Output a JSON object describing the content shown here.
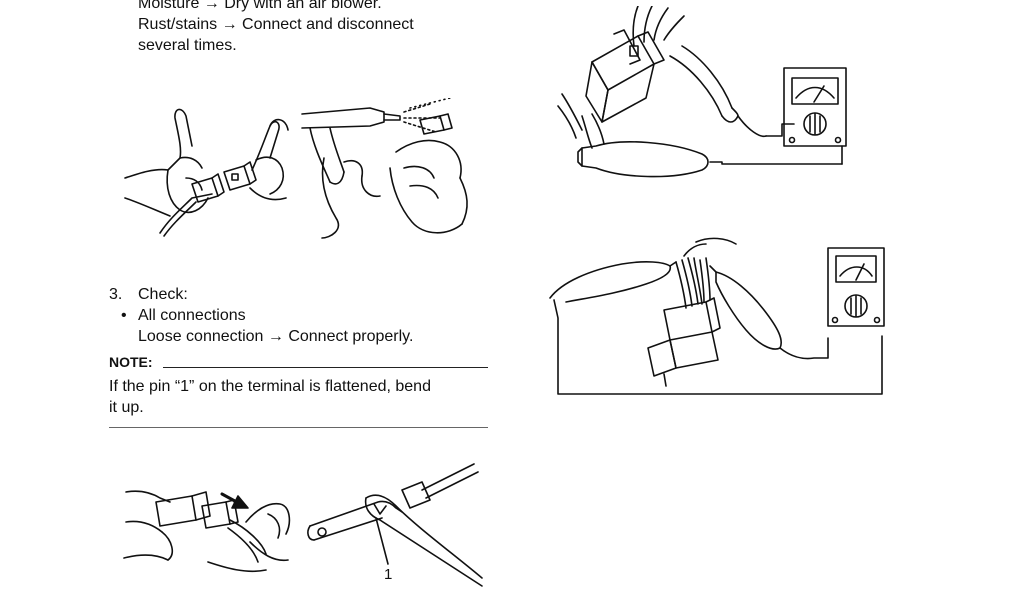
{
  "left_column": {
    "moisture_line": "Moisture → Dry with an air blower.",
    "rust_line_1": "Rust/stains → Connect and disconnect",
    "rust_line_2": "several times.",
    "step_number": "3.",
    "step_label": "Check:",
    "bullet": "•",
    "bullet_item": "All connections",
    "bullet_result": "Loose connection → Connect properly.",
    "note_label": "NOTE:",
    "note_line_1": "If the pin “1” on the terminal is flattened, bend",
    "note_line_2": "it up.",
    "callout_label": "1"
  },
  "illustrations": [
    {
      "name": "connector-disconnect-illustration"
    },
    {
      "name": "air-blower-illustration"
    },
    {
      "name": "connector-pull-illustration"
    },
    {
      "name": "terminal-pin-bend-illustration"
    },
    {
      "name": "tester-probe-connector-illustration-1"
    },
    {
      "name": "tester-probe-connector-illustration-2"
    }
  ],
  "colors": {
    "ink": "#111111",
    "paper": "#ffffff"
  }
}
